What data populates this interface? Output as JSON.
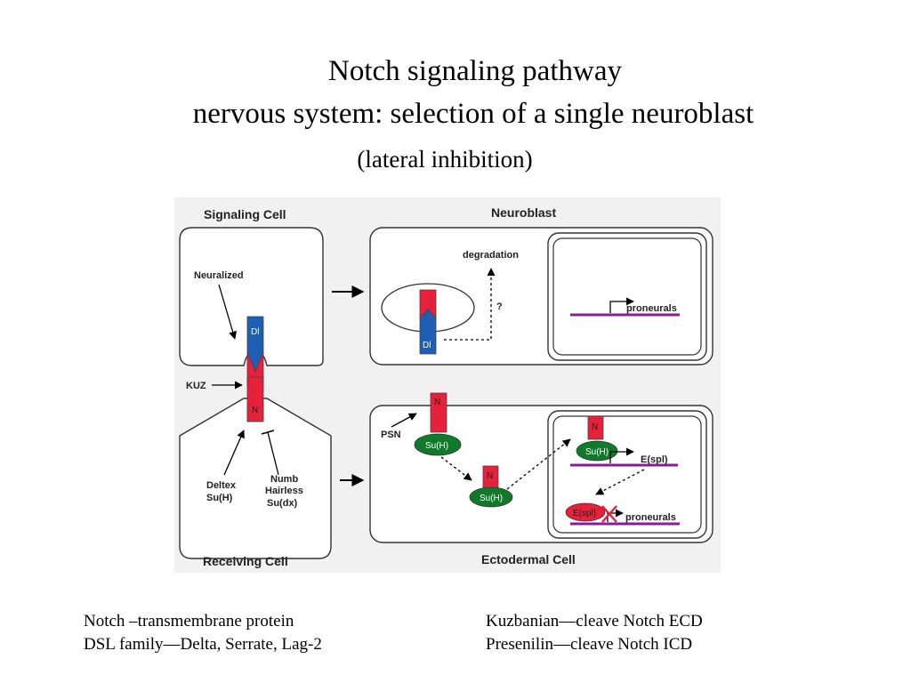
{
  "title": {
    "line1": "Notch signaling pathway",
    "line2": "nervous system: selection of a single neuroblast",
    "line3": "(lateral inhibition)"
  },
  "diagram": {
    "signaling_cell": "Signaling Cell",
    "receiving_cell": "Receiving Cell",
    "neuroblast": "Neuroblast",
    "ectodermal_cell": "Ectodermal Cell",
    "neuralized": "Neuralized",
    "kuz": "KUZ",
    "dl": "Dl",
    "n": "N",
    "deltex": "Deltex",
    "suh": "Su(H)",
    "numb": "Numb",
    "hairless": "Hairless",
    "sudx": "Su(dx)",
    "degradation": "degradation",
    "question": "?",
    "proneurals": "proneurals",
    "psn": "PSN",
    "espl": "E(spl)"
  },
  "footnotes": {
    "left": [
      "Notch –transmembrane protein",
      "DSL family—Delta, Serrate, Lag-2"
    ],
    "right": [
      "Kuzbanian—cleave Notch ECD",
      "Presenilin—cleave Notch ICD"
    ]
  },
  "colors": {
    "notch_red": "#e8213a",
    "delta_blue": "#1f5fb3",
    "suh_green": "#0f7a2a",
    "gene_purple": "#8c1a9c"
  }
}
